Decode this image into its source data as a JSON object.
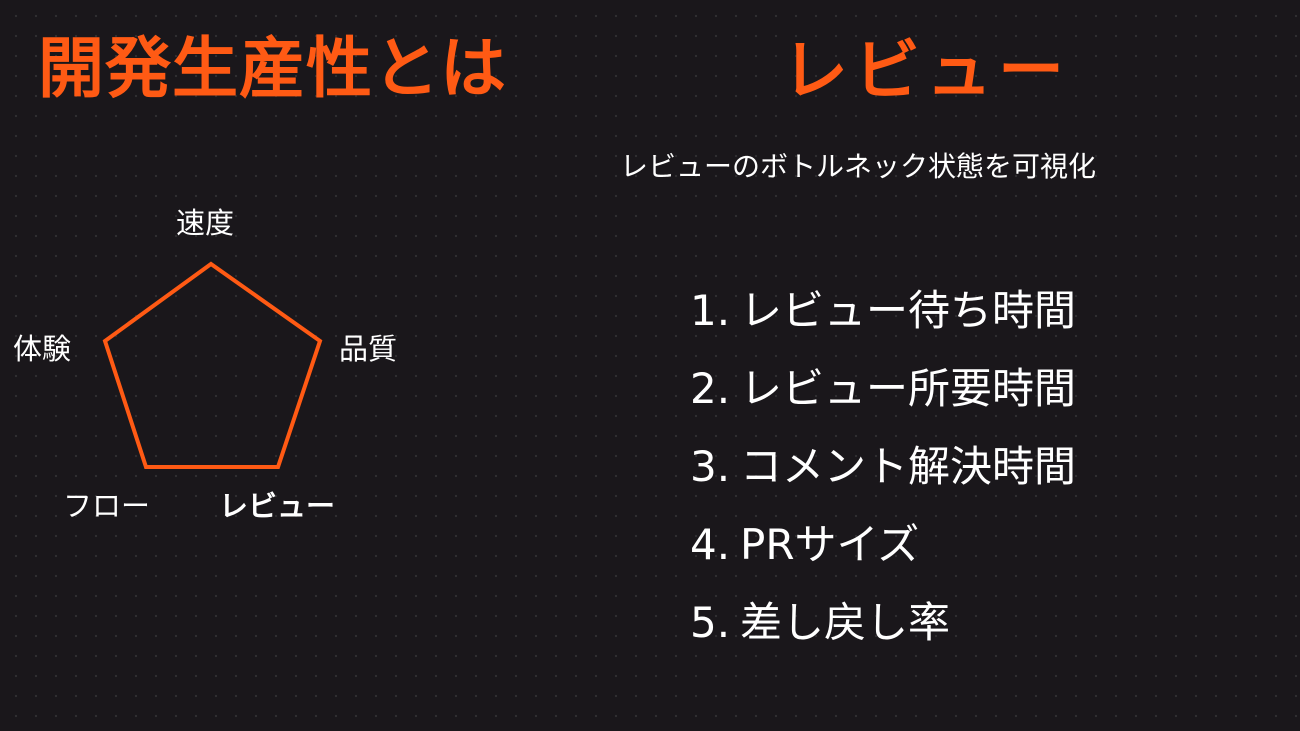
{
  "colors": {
    "accent": "#ff5a14",
    "background": "#1a171b",
    "text": "#ffffff"
  },
  "left": {
    "title": "開発生産性とは",
    "radar": {
      "top": "速度",
      "right": "品質",
      "bottom_right": "レビュー",
      "bottom_left": "フロー",
      "left": "体験",
      "highlighted_axis": "レビュー"
    }
  },
  "right": {
    "title": "レビュー",
    "subtitle": "レビューのボトルネック状態を可視化",
    "metrics": [
      {
        "num": "1.",
        "label": "レビュー待ち時間"
      },
      {
        "num": "2.",
        "label": "レビュー所要時間"
      },
      {
        "num": "3.",
        "label": "コメント解決時間"
      },
      {
        "num": "4.",
        "label": "PRサイズ"
      },
      {
        "num": "5.",
        "label": "差し戻し率"
      }
    ]
  }
}
